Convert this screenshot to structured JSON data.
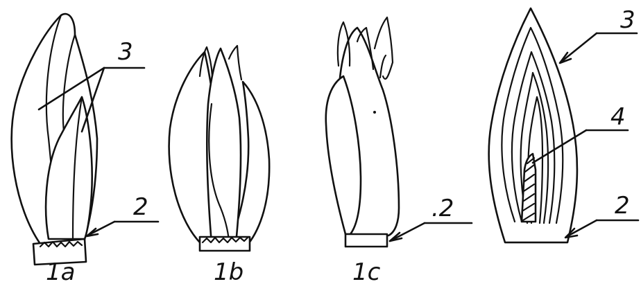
{
  "figure_labels": {
    "fig_1a": "1a",
    "fig_1b": "1b",
    "fig_1c": "1c"
  },
  "callouts": {
    "scales_1a": "3",
    "base_1a": "2",
    "base_1c": ".2",
    "scales_section": "3",
    "inner_4": "4",
    "base_section": "2"
  },
  "colors": {
    "line": "#111111",
    "background": "#ffffff"
  }
}
